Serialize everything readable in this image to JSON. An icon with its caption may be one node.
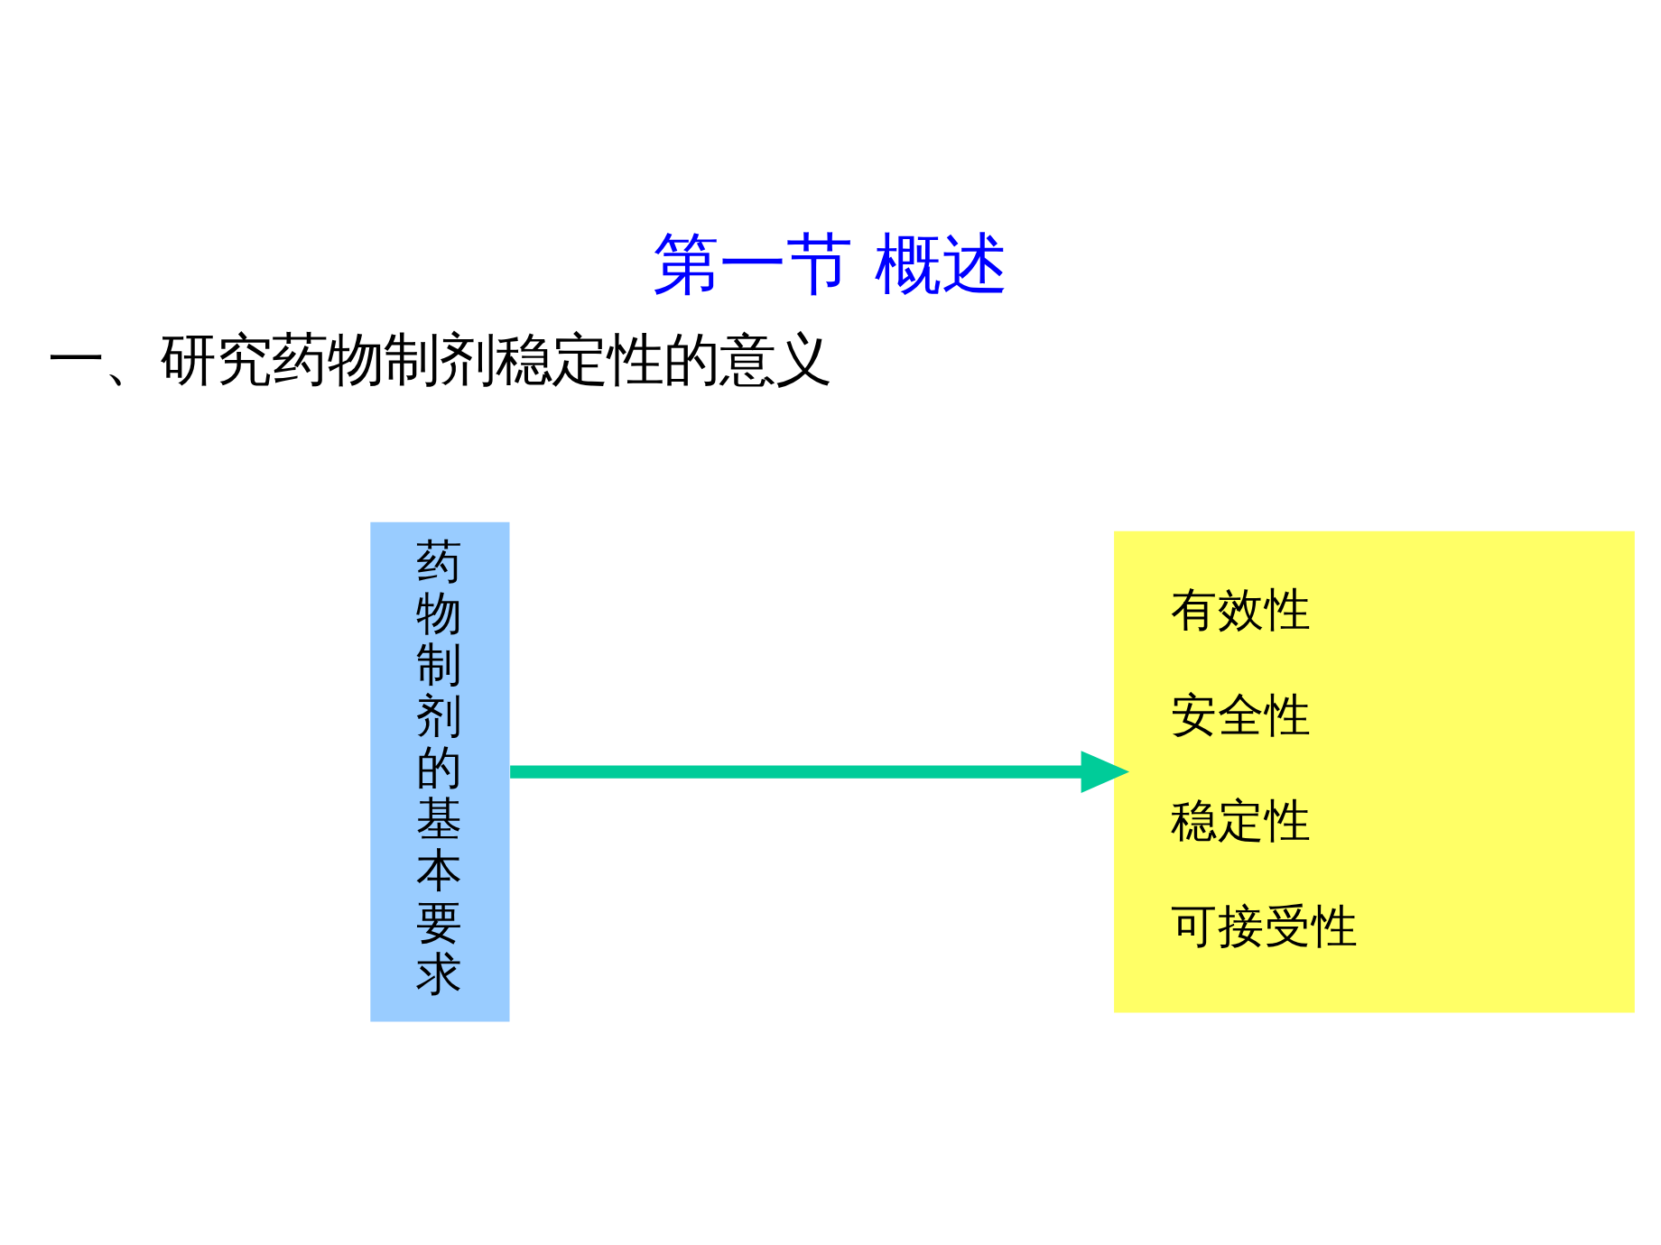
{
  "diagram": {
    "title": "第一节 概述",
    "nodes": [
      {
        "text": [
          "药物制剂的基本要求"
        ]
      },
      {
        "text": [
          "有效性",
          "安全性",
          "稳定性",
          "可接受性"
        ]
      }
    ],
    "edges": [
      {
        "from": 0,
        "to": 1,
        "arrow": "to"
      }
    ],
    "labels": [
      "一、研究药物制剂稳定性的意义"
    ]
  }
}
